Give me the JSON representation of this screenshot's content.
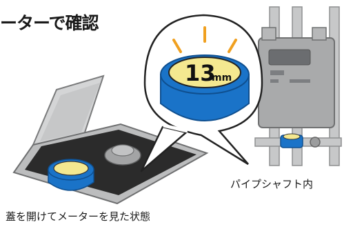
{
  "title": "ーターで確認",
  "bubble_meter": {
    "value": "13",
    "unit": "mm"
  },
  "caption_left": "蓋を開けてメーターを見た状態",
  "caption_right": "パイプシャフト内",
  "colors": {
    "meter_blue": "#1a73c8",
    "meter_yellow": "#f4e890",
    "shine": "#f0a020",
    "box_gray": "#a9aaab",
    "pit_dark": "#2b2b2b",
    "pipe_gray": "#c7c8c9"
  }
}
